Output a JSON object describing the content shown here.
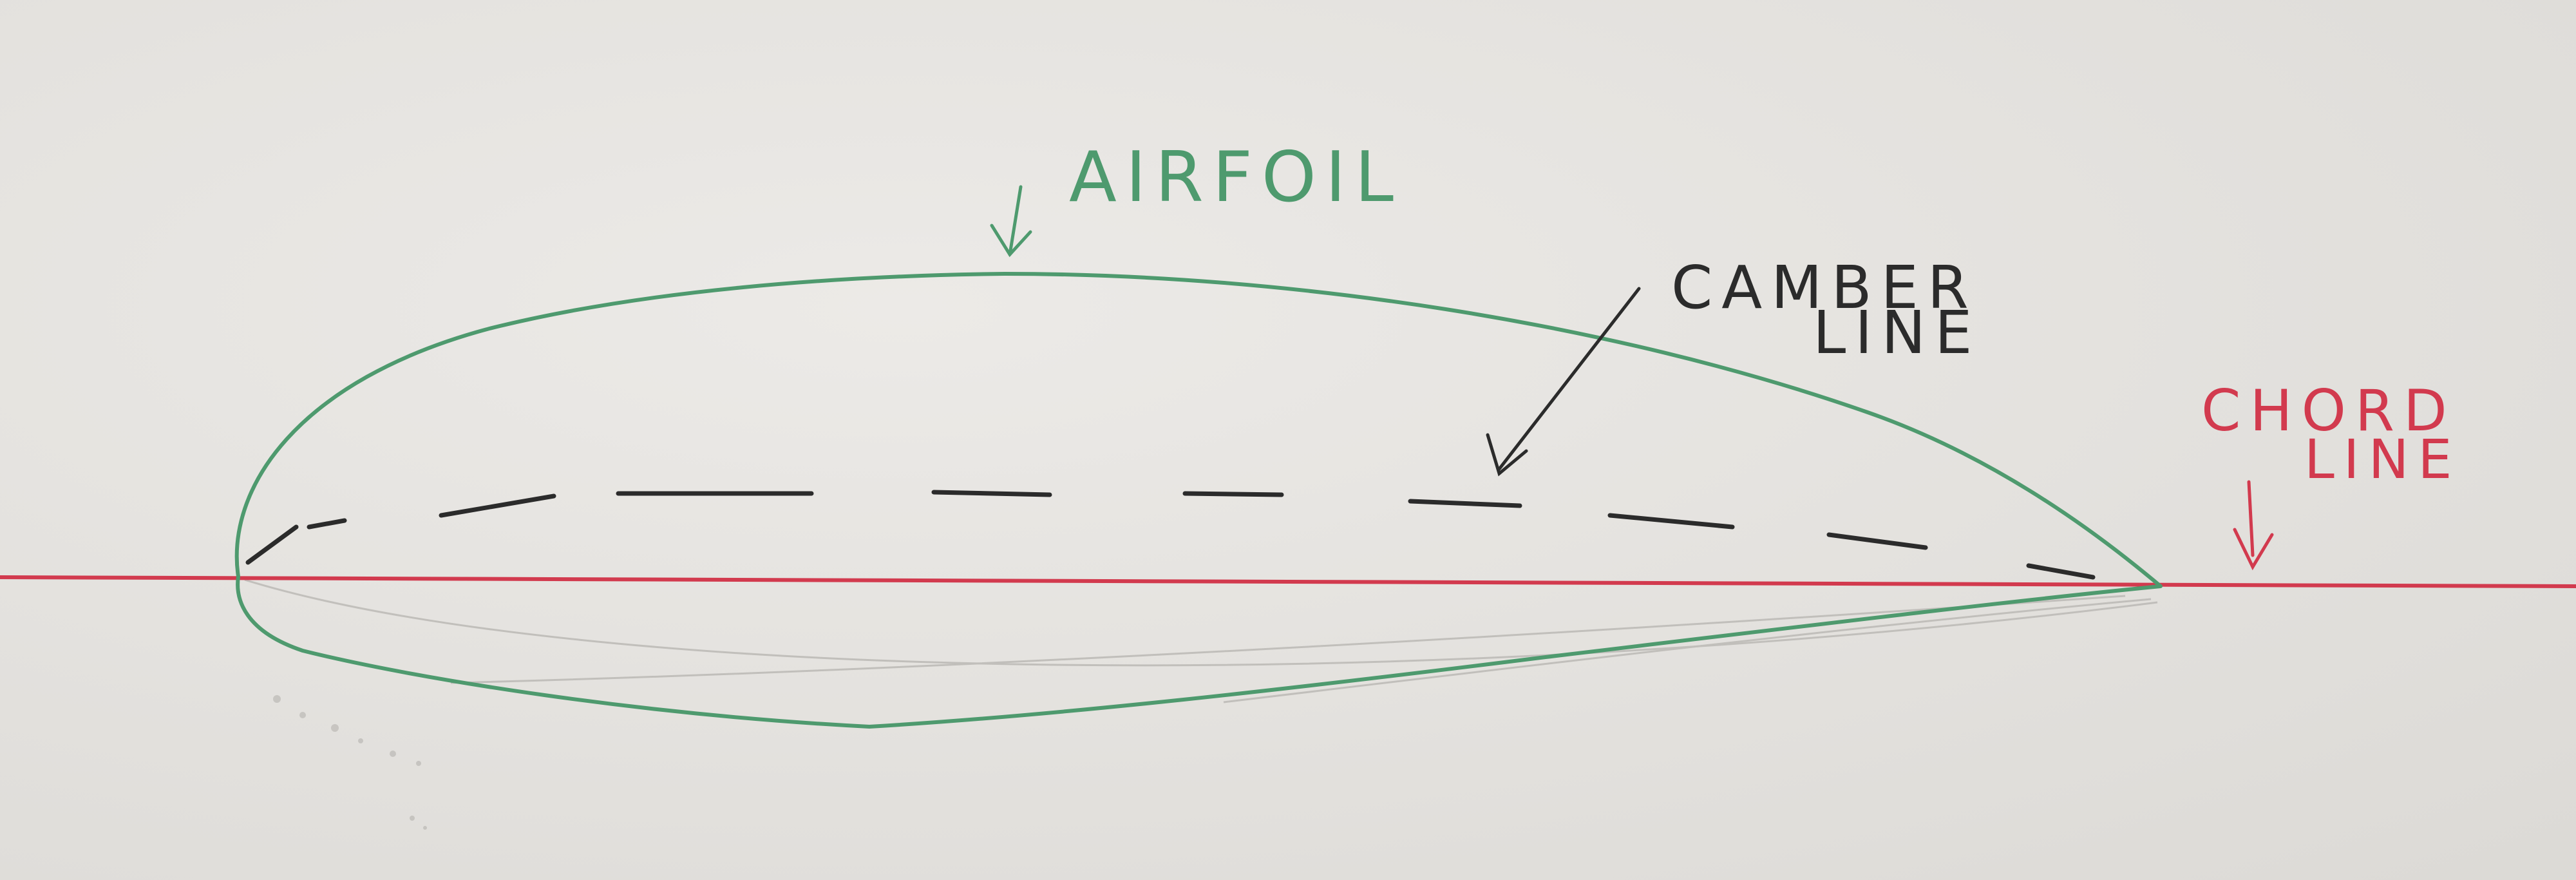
{
  "labels": {
    "airfoil": "AIRFOIL",
    "camber_line_1": "CAMBER",
    "camber_line_2": "LINE",
    "chord_line_1": "CHORD",
    "chord_line_2": "LINE"
  },
  "colors": {
    "paper": "#e6e4e1",
    "airfoil": "#4e9a6e",
    "camber": "#2b2b2b",
    "chord": "#d23a4e"
  }
}
